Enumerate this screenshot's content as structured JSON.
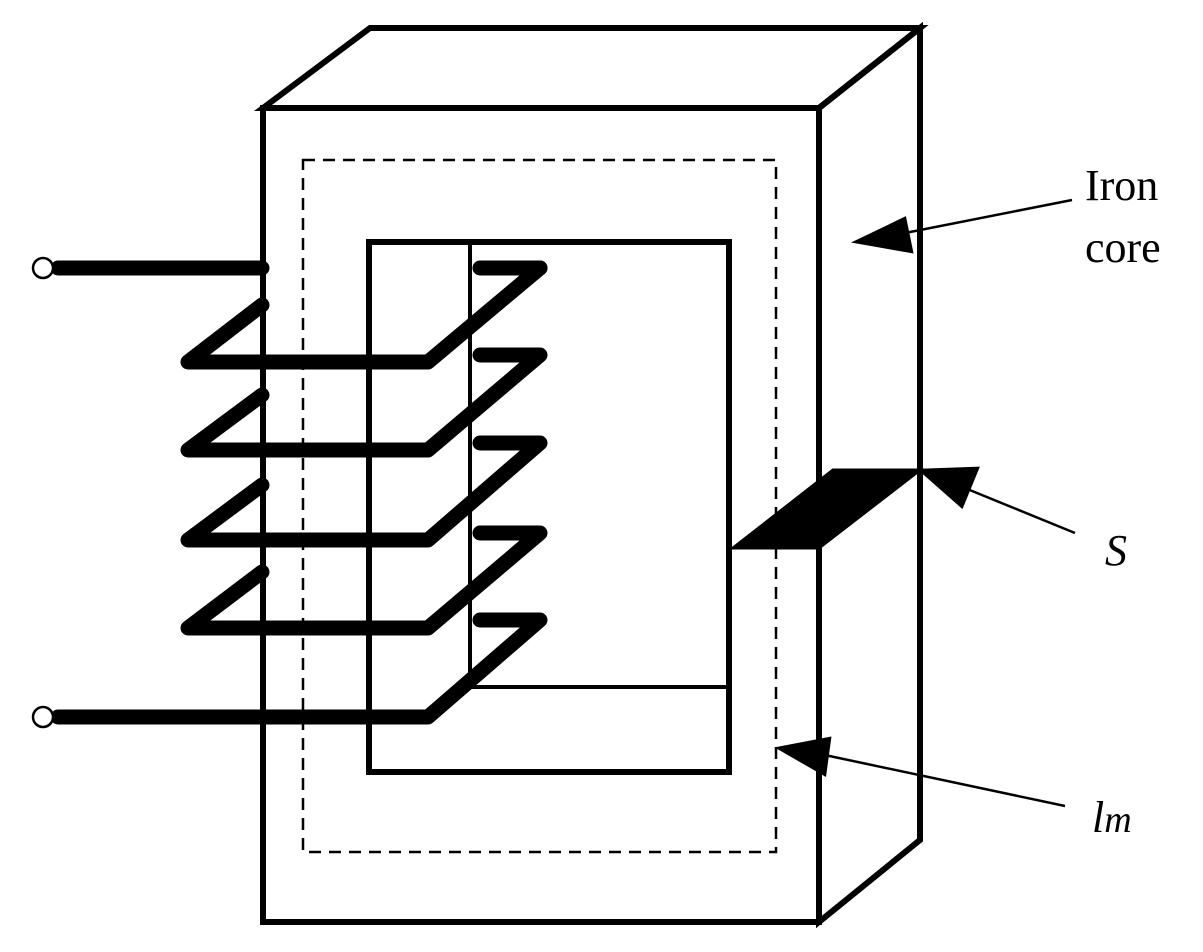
{
  "labels": {
    "iron_core_line1": "Iron",
    "iron_core_line2": "core",
    "cross_section": "S",
    "magnetic_path_main": "l",
    "magnetic_path_sub": "m"
  },
  "colors": {
    "ink": "#000000",
    "background": "#ffffff"
  },
  "coil_turns": 5
}
